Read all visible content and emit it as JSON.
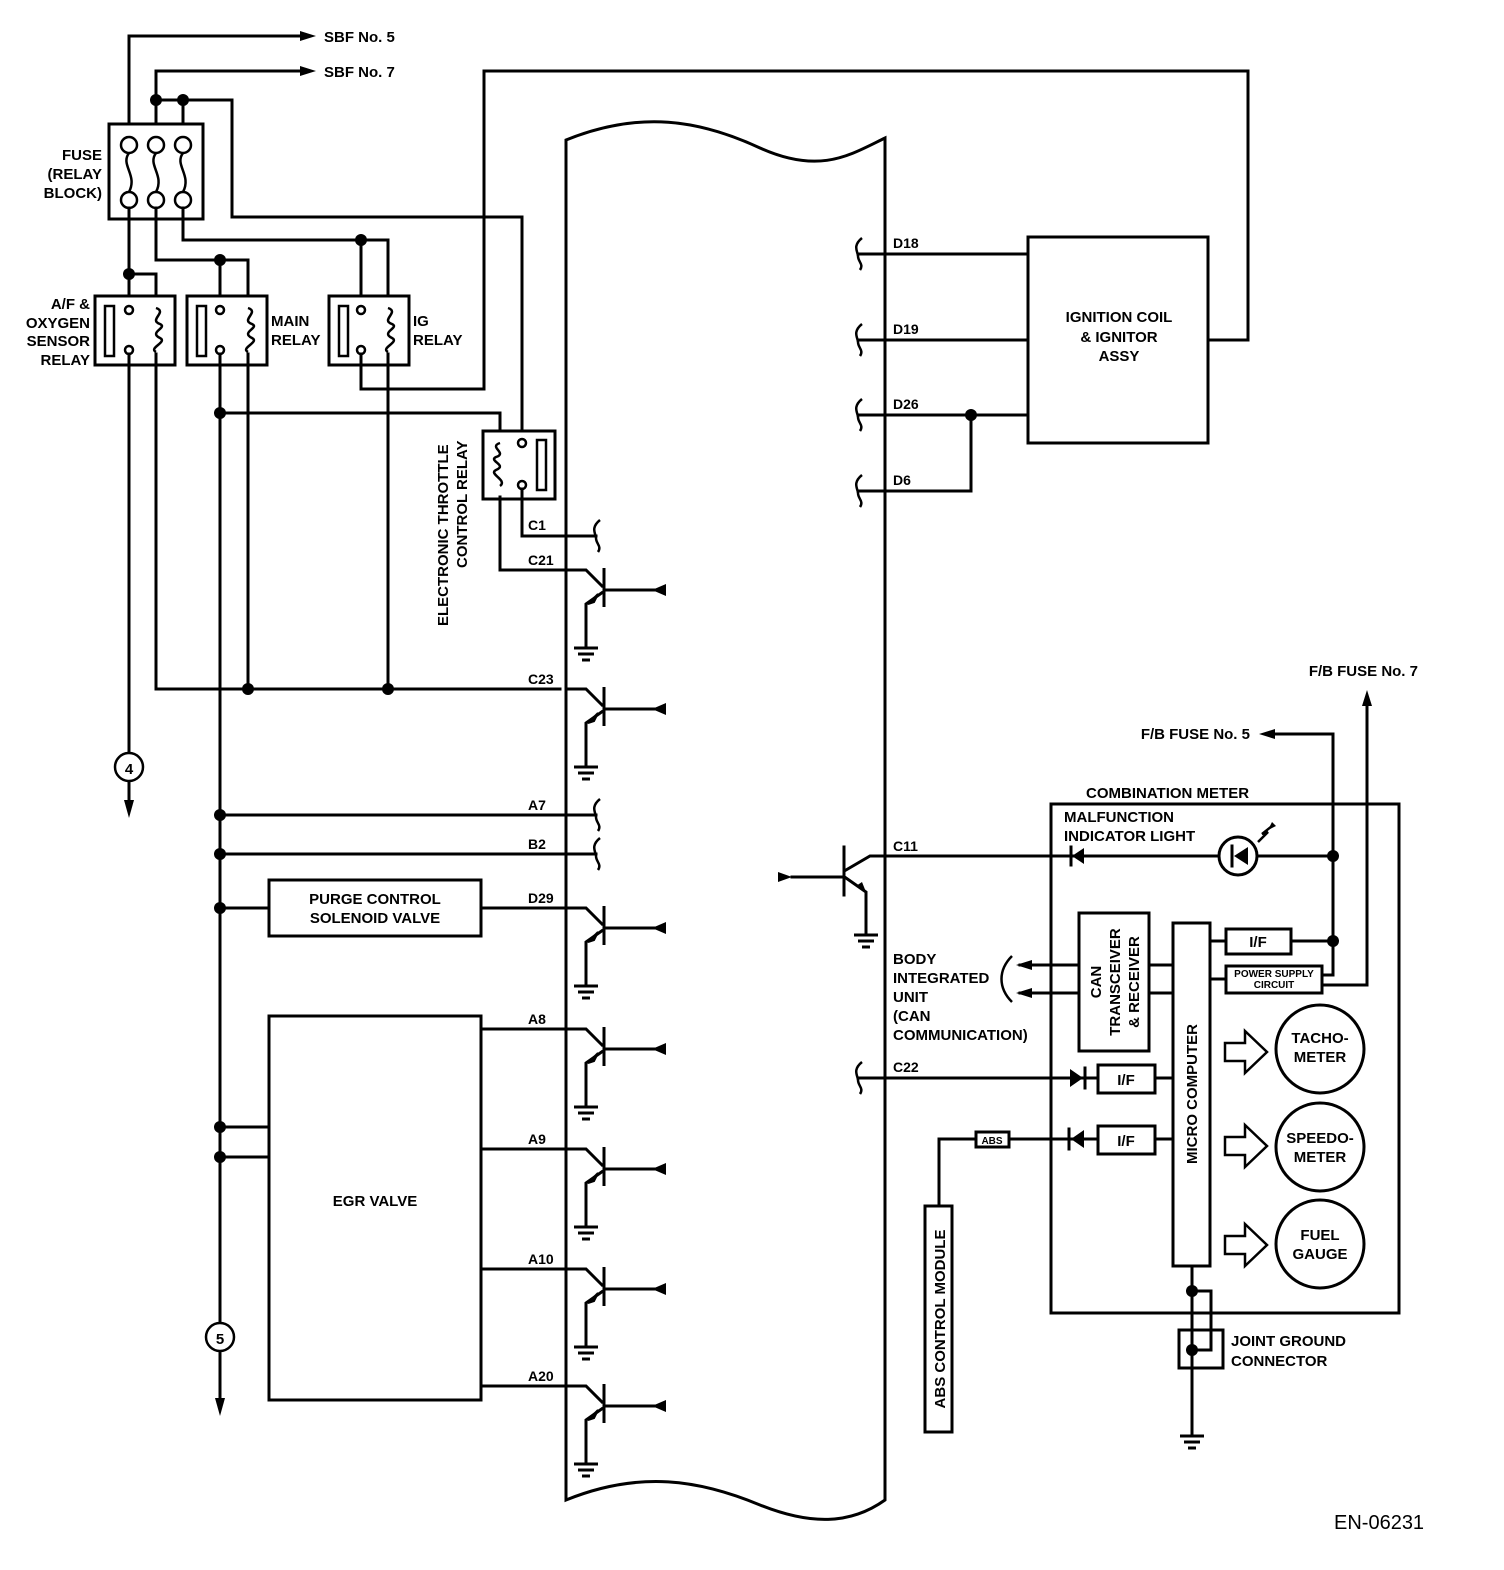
{
  "diagram": {
    "figure_id": "EN-06231",
    "supply_refs": {
      "sbf5": "SBF No. 5",
      "sbf7": "SBF No. 7",
      "fb_fuse5": "F/B FUSE No. 5",
      "fb_fuse7": "F/B FUSE No. 7"
    },
    "fuse_block": [
      "FUSE",
      "(RELAY",
      "BLOCK)"
    ],
    "relays": {
      "af_oxygen": [
        "A/F &",
        "OXYGEN",
        "SENSOR",
        "RELAY"
      ],
      "main": [
        "MAIN",
        "RELAY"
      ],
      "ig": [
        "IG",
        "RELAY"
      ],
      "etc": [
        "ELECTRONIC THROTTLE",
        "CONTROL RELAY"
      ]
    },
    "connectors": {
      "c4": "4",
      "c5": "5"
    },
    "ecm_pins_left": [
      "C1",
      "C21",
      "C23",
      "A7",
      "B2",
      "D29",
      "A8",
      "A9",
      "A10",
      "A20"
    ],
    "ecm_pins_right": [
      "D18",
      "D19",
      "D26",
      "D6",
      "C11",
      "C22"
    ],
    "components": {
      "purge": [
        "PURGE CONTROL",
        "SOLENOID VALVE"
      ],
      "egr": "EGR VALVE",
      "ignition": [
        "IGNITION COIL",
        "& IGNITOR",
        "ASSY"
      ],
      "combination_meter": "COMBINATION METER",
      "mil": [
        "MALFUNCTION",
        "INDICATOR LIGHT"
      ],
      "can": [
        "CAN",
        "TRANSCEIVER",
        "& RECEIVER"
      ],
      "micro": "MICRO COMPUTER",
      "if_label": "I/F",
      "power_supply": [
        "POWER SUPPLY",
        "CIRCUIT"
      ],
      "body_unit": [
        "BODY",
        "INTEGRATED",
        "UNIT",
        "(CAN",
        "COMMUNICATION)"
      ],
      "abs_tag": "ABS",
      "abs_module": "ABS CONTROL MODULE",
      "tacho": [
        "TACHO-",
        "METER"
      ],
      "speedo": [
        "SPEEDO-",
        "METER"
      ],
      "fuel": [
        "FUEL",
        "GAUGE"
      ],
      "joint_ground": [
        "JOINT GROUND",
        "CONNECTOR"
      ]
    }
  }
}
